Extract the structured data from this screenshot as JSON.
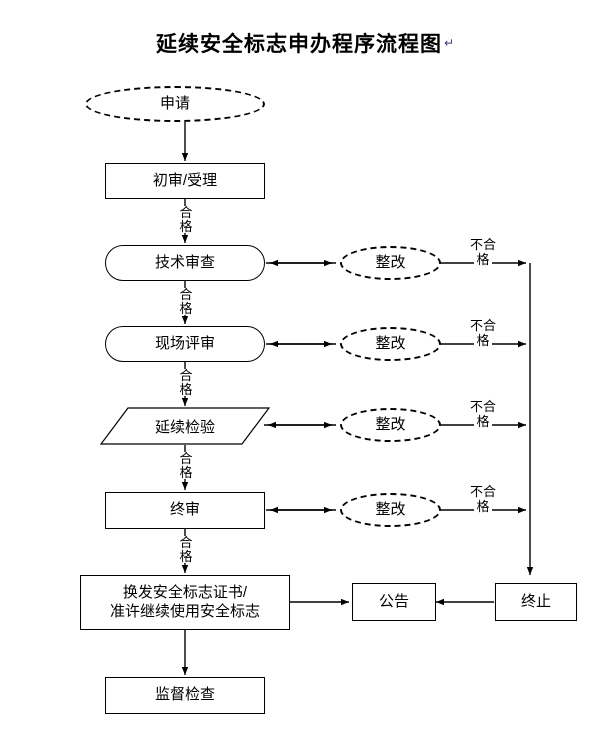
{
  "document": {
    "title": "延续安全标志申办程序流程图",
    "title_mark": "↵"
  },
  "flowchart": {
    "type": "flowchart",
    "nodes": [
      {
        "id": "apply",
        "label": "申请",
        "shape": "ellipse-dashed"
      },
      {
        "id": "intake",
        "label": "初审/受理",
        "shape": "rectangle"
      },
      {
        "id": "tech",
        "label": "技术审查",
        "shape": "stadium"
      },
      {
        "id": "onsite",
        "label": "现场评审",
        "shape": "stadium"
      },
      {
        "id": "renewtest",
        "label": "延续检验",
        "shape": "parallelogram"
      },
      {
        "id": "final",
        "label": "终审",
        "shape": "rectangle"
      },
      {
        "id": "issue_l1",
        "label": "换发安全标志证书/",
        "shape": "rectangle"
      },
      {
        "id": "issue_l2",
        "label": "准许继续使用安全标志",
        "shape": "rectangle"
      },
      {
        "id": "supervise",
        "label": "监督检查",
        "shape": "rectangle"
      },
      {
        "id": "rectify1",
        "label": "整改",
        "shape": "ellipse-dashed"
      },
      {
        "id": "rectify2",
        "label": "整改",
        "shape": "ellipse-dashed"
      },
      {
        "id": "rectify3",
        "label": "整改",
        "shape": "ellipse-dashed"
      },
      {
        "id": "rectify4",
        "label": "整改",
        "shape": "ellipse-dashed"
      },
      {
        "id": "notice",
        "label": "公告",
        "shape": "rectangle"
      },
      {
        "id": "terminate",
        "label": "终止",
        "shape": "rectangle"
      }
    ],
    "edge_labels": {
      "pass_1": "合格",
      "pass_2": "合格",
      "pass_3": "合格",
      "pass_4": "合格",
      "pass_5": "合格",
      "fail_1a": "不合",
      "fail_1b": "格",
      "fail_2a": "不合",
      "fail_2b": "格",
      "fail_3a": "不合",
      "fail_3b": "格",
      "fail_4a": "不合",
      "fail_4b": "格"
    }
  }
}
